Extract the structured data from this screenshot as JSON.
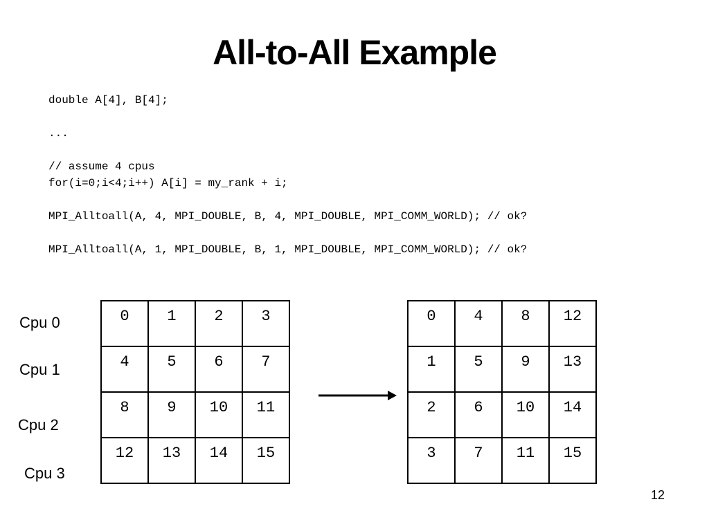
{
  "slide": {
    "title": "All-to-All Example",
    "page_number": "12"
  },
  "code": {
    "lines": [
      "double A[4], B[4];",
      "...",
      "// assume 4 cpus",
      "for(i=0;i<4;i++) A[i] = my_rank + i;",
      "MPI_Alltoall(A, 4, MPI_DOUBLE, B, 4, MPI_DOUBLE, MPI_COMM_WORLD); // ok?",
      "MPI_Alltoall(A, 1, MPI_DOUBLE, B, 1, MPI_DOUBLE, MPI_COMM_WORLD); // ok?"
    ]
  },
  "cpu_labels": [
    "Cpu 0",
    "Cpu 1",
    "Cpu 2",
    "Cpu 3"
  ],
  "before_matrix": [
    [
      "0",
      "1",
      "2",
      "3"
    ],
    [
      "4",
      "5",
      "6",
      "7"
    ],
    [
      "8",
      "9",
      "10",
      "11"
    ],
    [
      "12",
      "13",
      "14",
      "15"
    ]
  ],
  "after_matrix": [
    [
      "0",
      "4",
      "8",
      "12"
    ],
    [
      "1",
      "5",
      "9",
      "13"
    ],
    [
      "2",
      "6",
      "10",
      "14"
    ],
    [
      "3",
      "7",
      "11",
      "15"
    ]
  ],
  "arrow_icon": "right-arrow-icon"
}
